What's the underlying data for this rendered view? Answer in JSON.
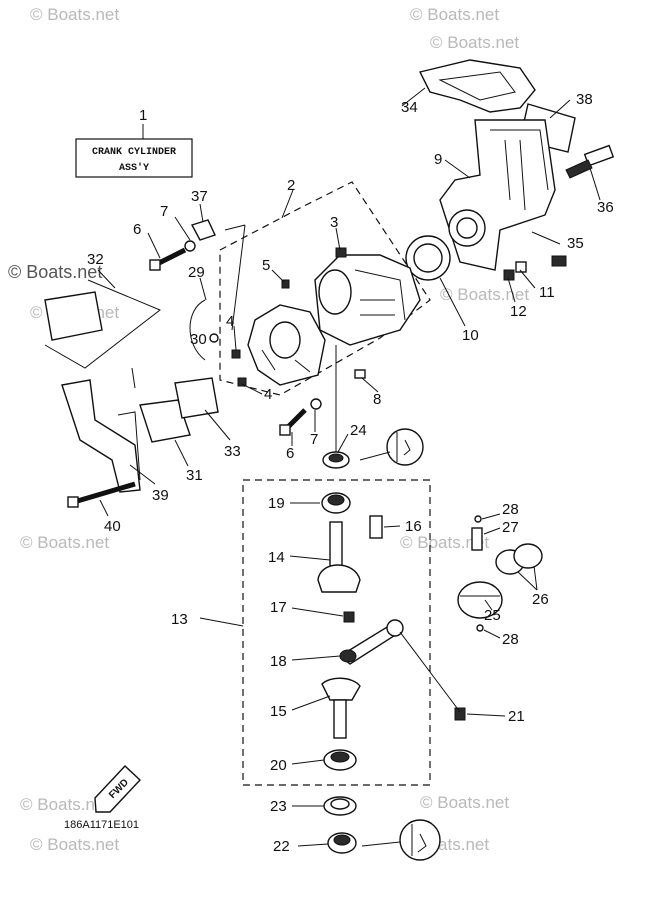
{
  "watermark": "© Boats.net",
  "assembly_box": {
    "line1": "CRANK CYLINDER",
    "line2": "ASS'Y"
  },
  "drawing_code": "186A1171E101",
  "fwd_label": "FWD",
  "callouts": [
    {
      "id": "c1",
      "text": "1"
    },
    {
      "id": "c2",
      "text": "2"
    },
    {
      "id": "c3",
      "text": "3"
    },
    {
      "id": "c4a",
      "text": "4"
    },
    {
      "id": "c4b",
      "text": "4"
    },
    {
      "id": "c5",
      "text": "5"
    },
    {
      "id": "c6a",
      "text": "6"
    },
    {
      "id": "c6b",
      "text": "6"
    },
    {
      "id": "c7a",
      "text": "7"
    },
    {
      "id": "c7b",
      "text": "7"
    },
    {
      "id": "c8",
      "text": "8"
    },
    {
      "id": "c9",
      "text": "9"
    },
    {
      "id": "c10",
      "text": "10"
    },
    {
      "id": "c11",
      "text": "11"
    },
    {
      "id": "c12",
      "text": "12"
    },
    {
      "id": "c13",
      "text": "13"
    },
    {
      "id": "c14",
      "text": "14"
    },
    {
      "id": "c15",
      "text": "15"
    },
    {
      "id": "c16",
      "text": "16"
    },
    {
      "id": "c17",
      "text": "17"
    },
    {
      "id": "c18",
      "text": "18"
    },
    {
      "id": "c19",
      "text": "19"
    },
    {
      "id": "c20",
      "text": "20"
    },
    {
      "id": "c21",
      "text": "21"
    },
    {
      "id": "c22",
      "text": "22"
    },
    {
      "id": "c23",
      "text": "23"
    },
    {
      "id": "c24",
      "text": "24"
    },
    {
      "id": "c25",
      "text": "25"
    },
    {
      "id": "c26",
      "text": "26"
    },
    {
      "id": "c27",
      "text": "27"
    },
    {
      "id": "c28a",
      "text": "28"
    },
    {
      "id": "c28b",
      "text": "28"
    },
    {
      "id": "c29",
      "text": "29"
    },
    {
      "id": "c30",
      "text": "30"
    },
    {
      "id": "c31",
      "text": "31"
    },
    {
      "id": "c32",
      "text": "32"
    },
    {
      "id": "c33",
      "text": "33"
    },
    {
      "id": "c34",
      "text": "34"
    },
    {
      "id": "c35",
      "text": "35"
    },
    {
      "id": "c36",
      "text": "36"
    },
    {
      "id": "c37",
      "text": "37"
    },
    {
      "id": "c38",
      "text": "38"
    },
    {
      "id": "c39",
      "text": "39"
    },
    {
      "id": "c40",
      "text": "40"
    }
  ]
}
